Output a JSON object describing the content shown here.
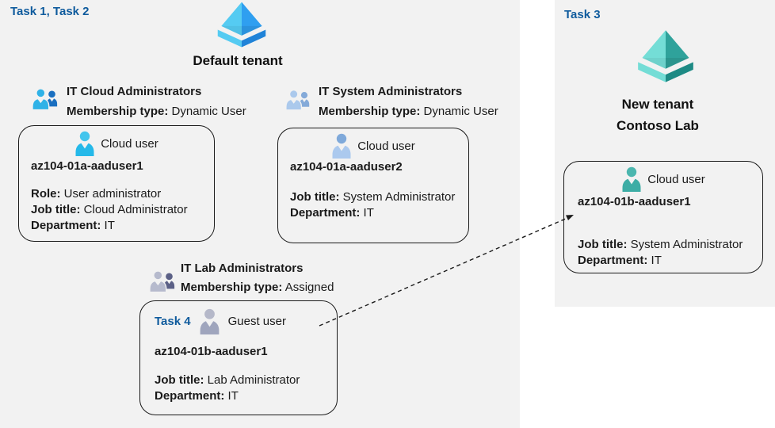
{
  "colors": {
    "panel_bg": "#f2f2f2",
    "task_label_blue": "#0f5b9d",
    "text": "#1a1a1a",
    "tenant_blue_light": "#55cbf2",
    "tenant_blue_dark": "#2f9ff0",
    "tenant_blue_base_dark": "#2083d8",
    "tenant_teal_light": "#74ddd6",
    "tenant_teal_dark": "#2fa29b",
    "tenant_teal_base_dark": "#1d8a84",
    "person_cyan_head": "#43c5ed",
    "person_cyan_body": "#25b9e9",
    "person_steel_head": "#7fa9da",
    "person_steel_body": "#abc9ee",
    "person_gray_head": "#b5b8c9",
    "person_gray_body": "#9fa5bd",
    "person_teal_head": "#4bb6ae",
    "person_teal_body": "#3dada5",
    "group1_front": "#2fb2e7",
    "group1_back": "#1a6fc0",
    "group2_front": "#abc9ec",
    "group2_back": "#84aad9",
    "group3_front": "#b6bacd",
    "group3_back": "#5b6086"
  },
  "left": {
    "task_label": "Task 1, Task 2",
    "tenant_name": "Default tenant",
    "groups": [
      {
        "name": "IT Cloud Administrators",
        "membership_label": "Membership type:",
        "membership_value": "Dynamic User"
      },
      {
        "name": "IT System Administrators",
        "membership_label": "Membership type:",
        "membership_value": "Dynamic User"
      },
      {
        "name": "IT Lab Administrators",
        "membership_label": "Membership type:",
        "membership_value": "Assigned"
      }
    ],
    "cards": [
      {
        "user_type": "Cloud user",
        "username": "az104-01a-aaduser1",
        "fields": [
          {
            "label": "Role:",
            "value": "User administrator"
          },
          {
            "label": "Job title:",
            "value": "Cloud Administrator"
          },
          {
            "label": "Department:",
            "value": "IT"
          }
        ]
      },
      {
        "user_type": "Cloud user",
        "username": "az104-01a-aaduser2",
        "fields": [
          {
            "label": "Job title:",
            "value": "System Administrator"
          },
          {
            "label": "Department:",
            "value": "IT"
          }
        ]
      },
      {
        "task_label": "Task 4",
        "user_type": "Guest user",
        "username": "az104-01b-aaduser1",
        "fields": [
          {
            "label": "Job title:",
            "value": "Lab Administrator"
          },
          {
            "label": "Department:",
            "value": "IT"
          }
        ]
      }
    ]
  },
  "right": {
    "task_label": "Task 3",
    "tenant_name_line1": "New tenant",
    "tenant_name_line2": "Contoso Lab",
    "card": {
      "user_type": "Cloud user",
      "username": "az104-01b-aaduser1",
      "fields": [
        {
          "label": "Job title:",
          "value": "System Administrator"
        },
        {
          "label": "Department:",
          "value": "IT"
        }
      ]
    }
  }
}
